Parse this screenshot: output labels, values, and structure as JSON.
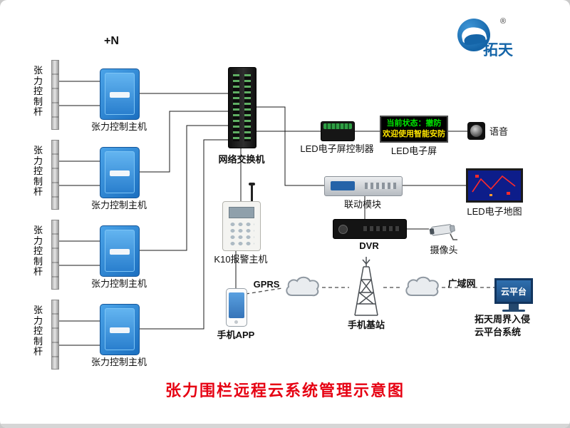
{
  "title": "张力围栏远程云系统管理示意图",
  "logo": {
    "brand": "拓天",
    "registered": "®"
  },
  "annotations": {
    "plus_n": "+N",
    "gprs": "GPRS",
    "wan": "广域网"
  },
  "poles": [
    {
      "label": "张力控制杆"
    },
    {
      "label": "张力控制杆"
    },
    {
      "label": "张力控制杆"
    },
    {
      "label": "张力控制杆"
    }
  ],
  "hosts": [
    {
      "label": "张力控制主机"
    },
    {
      "label": "张力控制主机"
    },
    {
      "label": "张力控制主机"
    },
    {
      "label": "张力控制主机"
    }
  ],
  "devices": {
    "switch": {
      "label": "网络交换机"
    },
    "led_controller": {
      "label": "LED电子屏控制器"
    },
    "led_screen": {
      "label": "LED电子屏",
      "display_line1": "当前状态：撤防",
      "display_line2": "欢迎使用智能安防"
    },
    "voice": {
      "label": "语音"
    },
    "linkage_module": {
      "label": "联动模块"
    },
    "led_map": {
      "label": "LED电子地图"
    },
    "dvr": {
      "label": "DVR"
    },
    "camera": {
      "label": "摄像头"
    },
    "k10_alarm": {
      "label": "K10报警主机"
    },
    "phone_app": {
      "label": "手机APP"
    },
    "base_station": {
      "label": "手机基站"
    },
    "cloud_platform": {
      "screen_label": "云平台",
      "caption_line1": "拓天周界入侵",
      "caption_line2": "云平台系统"
    }
  },
  "colors": {
    "title_red": "#e60012",
    "led_green": "#00e600",
    "led_yellow": "#ffe600",
    "brand_blue": "#1565a8",
    "host_blue": "#2e8fd8"
  }
}
